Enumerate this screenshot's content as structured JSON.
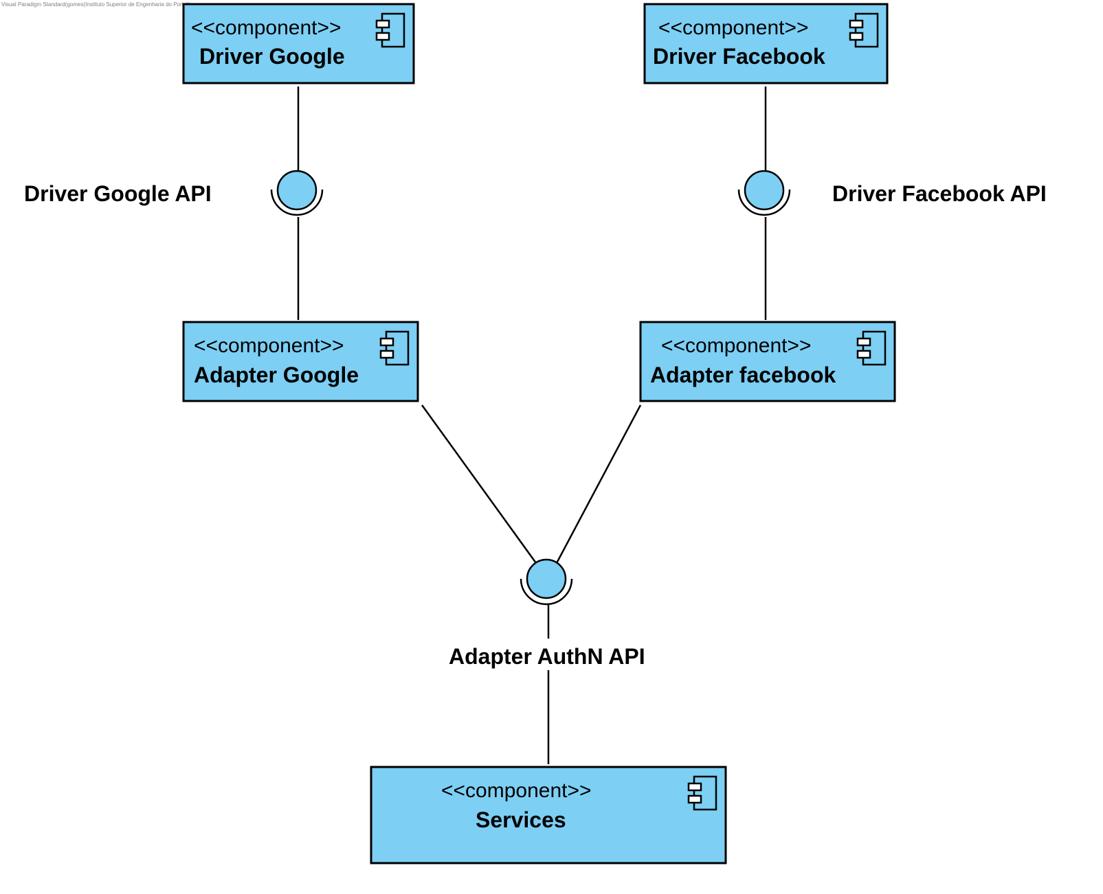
{
  "watermark": "Visual Paradigm Standard(gomes(Instituto Superior de Engenharia do Porto))",
  "colors": {
    "component_fill": "#7dcff4",
    "interface_fill": "#7dcff4",
    "line": "#000000"
  },
  "components": {
    "driver_google": {
      "stereotype": "<<component>>",
      "name": "Driver Google"
    },
    "driver_facebook": {
      "stereotype": "<<component>>",
      "name": "Driver Facebook"
    },
    "adapter_google": {
      "stereotype": "<<component>>",
      "name": "Adapter Google"
    },
    "adapter_facebook": {
      "stereotype": "<<component>>",
      "name": "Adapter facebook"
    },
    "services": {
      "stereotype": "<<component>>",
      "name": "Services"
    }
  },
  "interfaces": {
    "driver_google_api": {
      "name": "Driver Google API"
    },
    "driver_facebook_api": {
      "name": "Driver Facebook API"
    },
    "adapter_authn_api": {
      "name": "Adapter AuthN API"
    }
  },
  "icons": [
    "component-icon",
    "interface-lollipop-icon"
  ]
}
